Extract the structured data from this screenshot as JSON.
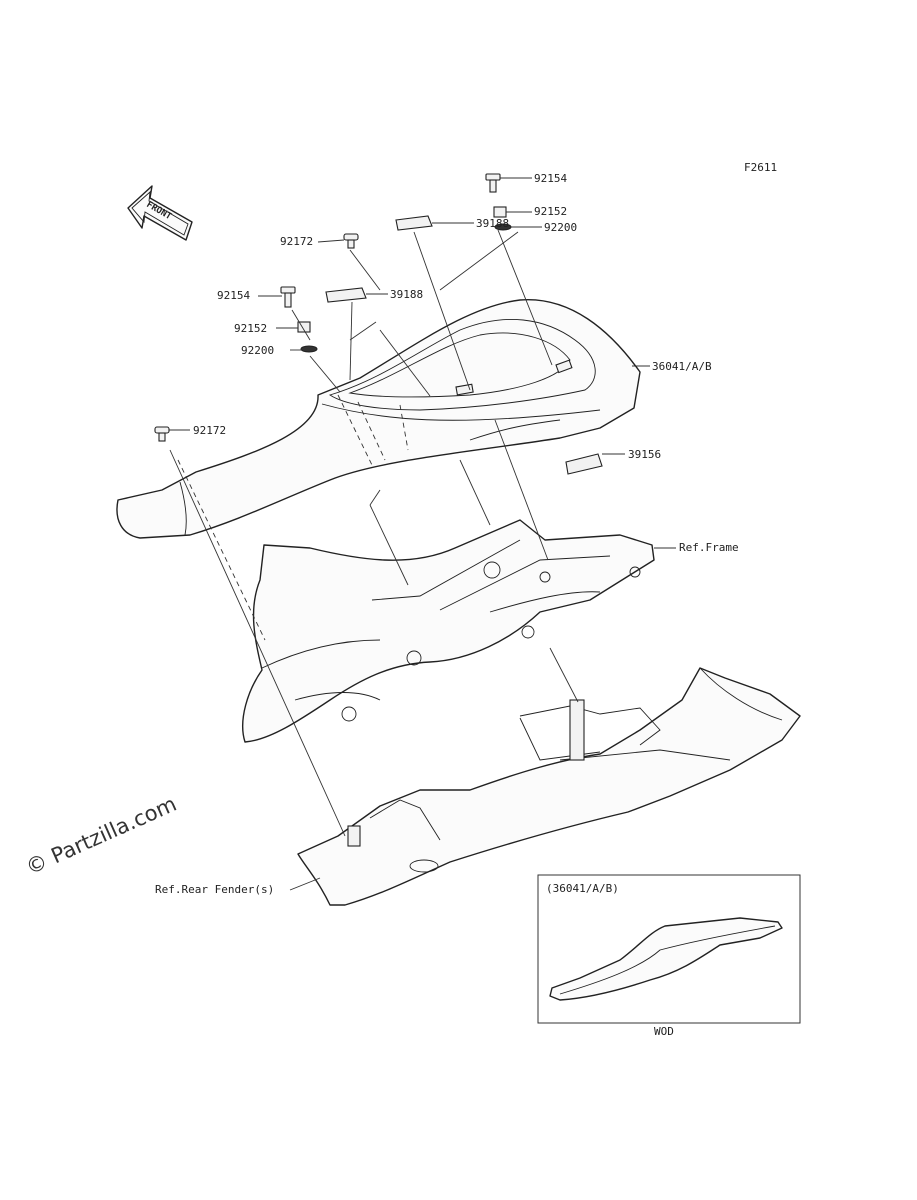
{
  "figure_code": "F2611",
  "watermark": "© Partzilla.com",
  "front_arrow": {
    "label": "FRONT"
  },
  "callouts": {
    "c92154_top": "92154",
    "c92152_top": "92152",
    "c92200_top": "92200",
    "c92172_top": "92172",
    "c39188_top": "39188",
    "c92154_left": "92154",
    "c39188_mid": "39188",
    "c92152_left": "92152",
    "c92200_left": "92200",
    "c36041": "36041/A/B",
    "c92172_left": "92172",
    "c39156": "39156",
    "ref_frame": "Ref.Frame",
    "ref_rear_fender": "Ref.Rear Fender(s)"
  },
  "inset": {
    "title": "(36041/A/B)",
    "caption": "WOD"
  }
}
